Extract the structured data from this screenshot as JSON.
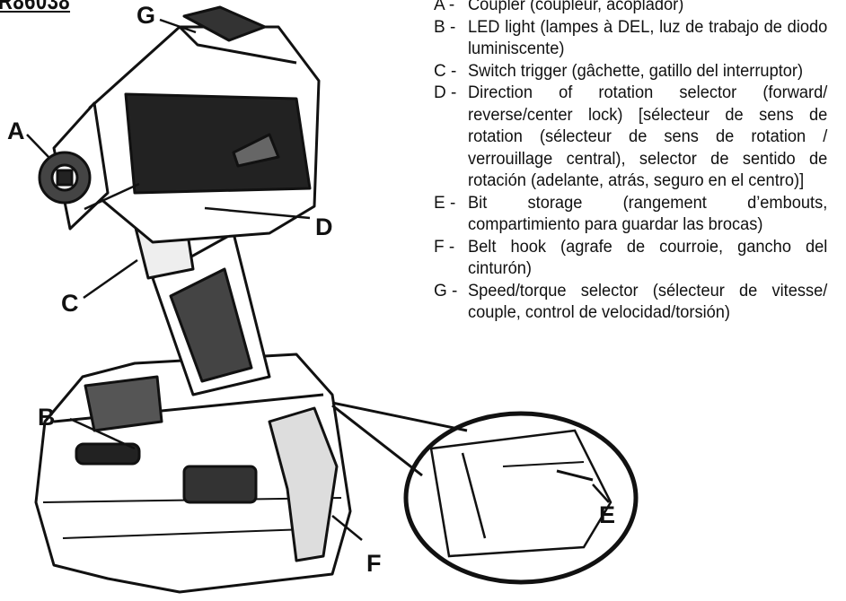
{
  "model": "R86038",
  "callouts": {
    "a": "A",
    "b": "B",
    "c": "C",
    "d": "D",
    "e": "E",
    "f": "F",
    "g": "G"
  },
  "parts": [
    {
      "code": "A -",
      "text": "Coupler (coupleur, acoplador)"
    },
    {
      "code": "B -",
      "text": "LED light (lampes à DEL, luz de trabajo de diodo luminiscente)"
    },
    {
      "code": "C -",
      "text": "Switch trigger (gâchette, gatillo del interruptor)"
    },
    {
      "code": "D -",
      "text": "Direction of rotation selector (forward/ reverse/center lock) [sélecteur de sens de rotation (sélecteur de sens de rotation / verrouillage central), selector de sentido de rotación (adelante, atrás, seguro en el centro)]"
    },
    {
      "code": "E -",
      "text": "Bit storage (rangement d’embouts, compartimiento para guardar las brocas)"
    },
    {
      "code": "F -",
      "text": "Belt hook (agrafe de courroie, gancho del cinturón)"
    },
    {
      "code": "G -",
      "text": "Speed/torque selector (sélecteur de vitesse/ couple, control de velocidad/torsión)"
    }
  ]
}
